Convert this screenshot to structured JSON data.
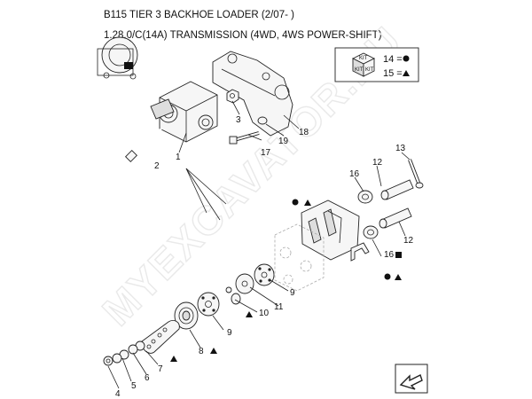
{
  "header": {
    "title": "B115 TIER 3 BACKHOE LOADER (2/07- )",
    "subtitle": "1.28.0/C(14A) TRANSMISSION (4WD, 4WS POWER-SHIFT)"
  },
  "watermark": "MYEXCAVATOR.RU",
  "kit_legend": {
    "kit_tag": "KIT",
    "row1": "14 =",
    "row2": "15 ="
  },
  "callouts": {
    "c1": "1",
    "c2": "2",
    "c3": "3",
    "c4": "4",
    "c5": "5",
    "c6": "6",
    "c7": "7",
    "c8": "8",
    "c9a": "9",
    "c9b": "9",
    "c10": "10",
    "c11": "11",
    "c12a": "12",
    "c12b": "12",
    "c13": "13",
    "c16a": "16",
    "c16b": "16",
    "c17": "17",
    "c18": "18",
    "c19": "19"
  },
  "colors": {
    "ink": "#111111",
    "watermark": "#e9e9e9",
    "part_fill": "#f6f6f6"
  }
}
